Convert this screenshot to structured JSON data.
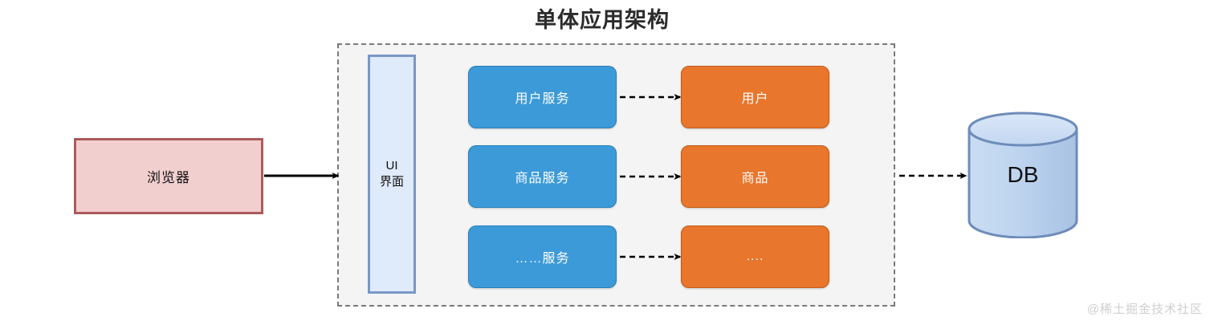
{
  "diagram": {
    "title": "单体应用架构",
    "watermark": "@稀土掘金技术社区",
    "colors": {
      "service_blue": "#3d9ad8",
      "entity_orange": "#e8762c",
      "browser_fill": "#f2cfcf",
      "browser_border": "#ac5a5a",
      "ui_fill": "#dfeafb",
      "ui_border": "#7a96c7",
      "container_fill": "#f4f4f4",
      "container_border": "#7a7a7a",
      "db_fill": "#bed3ee",
      "db_border": "#6d8cb9",
      "arrow": "#000000",
      "watermark": "#cfcfcf"
    }
  },
  "client": {
    "browser_label": "浏览器"
  },
  "container": {
    "ui_panel": {
      "line1": "UI",
      "line2": "界面"
    },
    "services": [
      {
        "label": "用户服务"
      },
      {
        "label": "商品服务"
      },
      {
        "label": "……服务"
      }
    ],
    "entities": [
      {
        "label": "用户"
      },
      {
        "label": "商品"
      },
      {
        "label": "...."
      }
    ]
  },
  "database": {
    "label": "DB"
  },
  "connections": [
    {
      "from": "browser",
      "to": "container",
      "style": "solid"
    },
    {
      "from": "用户服务",
      "to": "用户",
      "style": "dashed"
    },
    {
      "from": "商品服务",
      "to": "商品",
      "style": "dashed"
    },
    {
      "from": "……服务",
      "to": "....",
      "style": "dashed"
    },
    {
      "from": "container",
      "to": "DB",
      "style": "dashed"
    }
  ]
}
